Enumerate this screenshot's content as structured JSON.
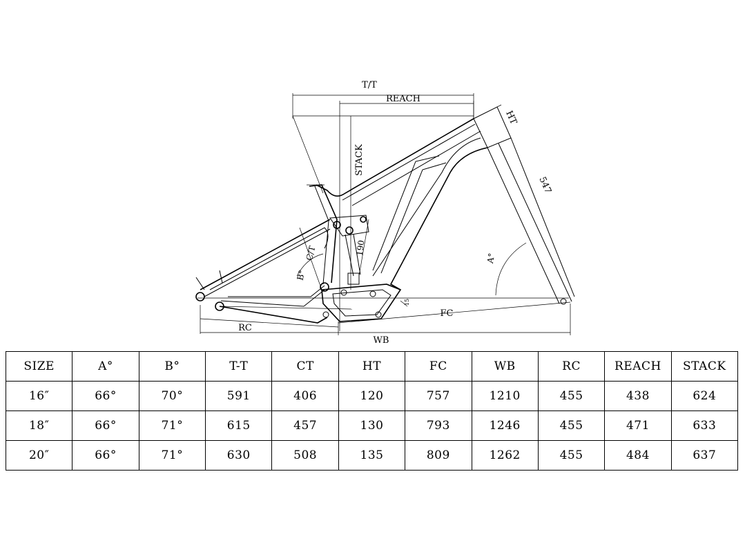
{
  "drawing": {
    "labels": {
      "tt": "T/T",
      "reach": "REACH",
      "stack": "STACK",
      "ht": "HT",
      "ct_dim": "547",
      "ct": "C/T",
      "shock": "190",
      "angle_a": "A°",
      "angle_b": "B°",
      "fc": "FC",
      "rc": "RC",
      "wb": "WB",
      "bb_drop": "15"
    }
  },
  "geometry_table": {
    "headers": [
      "SIZE",
      "A°",
      "B°",
      "T-T",
      "CT",
      "HT",
      "FC",
      "WB",
      "RC",
      "REACH",
      "STACK"
    ],
    "rows": [
      [
        "16″",
        "66°",
        "70°",
        "591",
        "406",
        "120",
        "757",
        "1210",
        "455",
        "438",
        "624"
      ],
      [
        "18″",
        "66°",
        "71°",
        "615",
        "457",
        "130",
        "793",
        "1246",
        "455",
        "471",
        "633"
      ],
      [
        "20″",
        "66°",
        "71°",
        "630",
        "508",
        "135",
        "809",
        "1262",
        "455",
        "484",
        "637"
      ]
    ]
  }
}
